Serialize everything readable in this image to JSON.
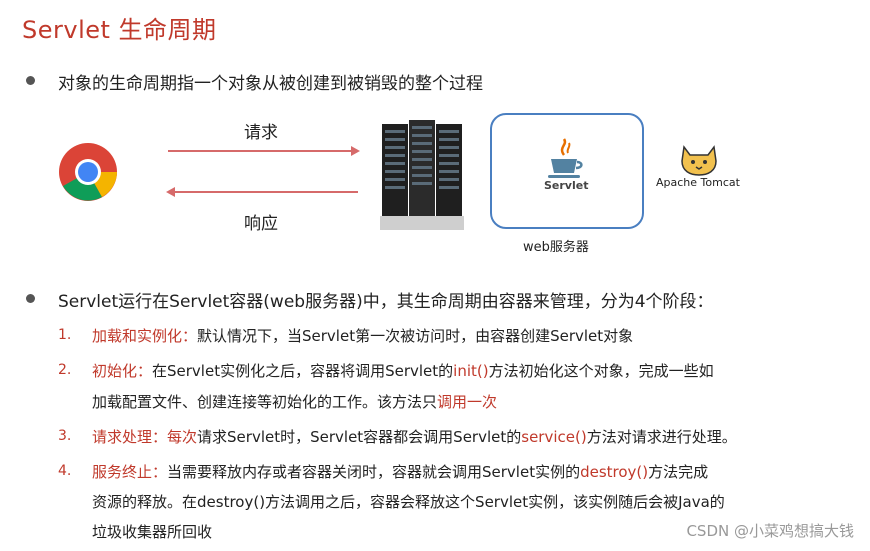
{
  "title": "Servlet 生命周期",
  "bullet1": "对象的生命周期指一个对象从被创建到被销毁的整个过程",
  "diagram": {
    "request_label": "请求",
    "response_label": "响应",
    "servlet_label": "Servlet",
    "web_server_label": "web服务器",
    "tomcat_label": "Apache Tomcat"
  },
  "bullet2": "Servlet运行在Servlet容器(web服务器)中，其生命周期由容器来管理，分为4个阶段：",
  "stages": [
    {
      "num": "1.",
      "head": "加载和实例化：",
      "lines": [
        {
          "a": "默认情况下，当Servlet第一次被访问时，由容器创建Servlet对象",
          "r": "",
          "b": ""
        }
      ]
    },
    {
      "num": "2.",
      "head": "初始化：",
      "lines": [
        {
          "a": "在Servlet实例化之后，容器将调用Servlet的",
          "r": "init()",
          "b": "方法初始化这个对象，完成一些如"
        },
        {
          "a": "加载配置文件、创建连接等初始化的工作。该方法只",
          "r": "调用一次",
          "b": ""
        }
      ]
    },
    {
      "num": "3.",
      "head": "请求处理：",
      "head2": "每次",
      "lines": [
        {
          "a": "请求Servlet时，Servlet容器都会调用Servlet的",
          "r": "service()",
          "b": "方法对请求进行处理。"
        }
      ]
    },
    {
      "num": "4.",
      "head": "服务终止：",
      "lines": [
        {
          "a": "当需要释放内存或者容器关闭时，容器就会调用Servlet实例的",
          "r": "destroy()",
          "b": "方法完成"
        },
        {
          "a": "资源的释放。在destroy()方法调用之后，容器会释放这个Servlet实例，该实例随后会被Java的",
          "r": "",
          "b": ""
        },
        {
          "a": "垃圾收集器所回收",
          "r": "",
          "b": ""
        }
      ]
    }
  ],
  "watermark": "CSDN @小菜鸡想搞大钱",
  "colors": {
    "accent_red": "#c0392b",
    "box_blue": "#4a7fc1",
    "arrow": "#d66a6a"
  }
}
